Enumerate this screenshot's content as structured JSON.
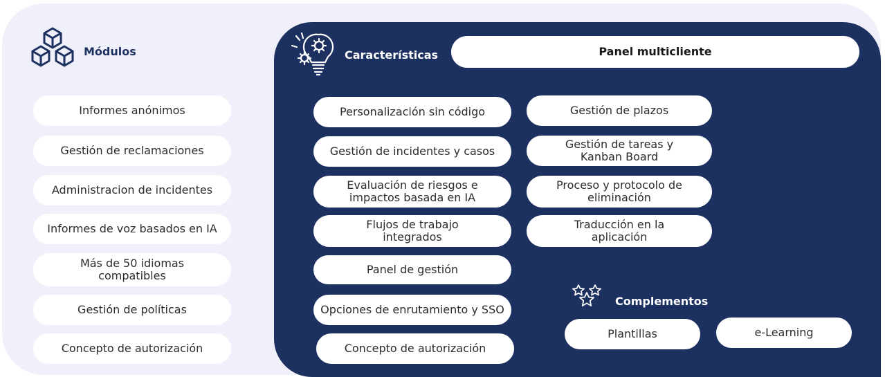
{
  "modulos": {
    "title": "Módulos",
    "icon": "cubes-icon",
    "items": [
      "Informes anónimos",
      "Gestión de reclamaciones",
      "Administracion de incidentes",
      "Informes de voz basados en IA",
      "Más de 50 idiomas compatibles",
      "Gestión de políticas",
      "Concepto de autorización"
    ]
  },
  "caracteristicas": {
    "title": "Características",
    "icon": "lightbulb-gears-icon",
    "panel_label": "Panel multicliente",
    "col1": [
      "Personalización sin código",
      "Gestión de incidentes y casos",
      "Evaluación de riesgos e impactos basada en IA",
      "Flujos de trabajo integrados",
      "Panel de gestión",
      "Opciones de enrutamiento y SSO",
      "Concepto de autorización"
    ],
    "col2": [
      "Gestión de plazos",
      "Gestión de tareas y Kanban Board",
      "Proceso y protocolo de eliminación",
      "Traducción en la aplicación"
    ]
  },
  "complementos": {
    "title": "Complementos",
    "icon": "stars-icon",
    "items": [
      "Plantillas",
      "e-Learning"
    ]
  },
  "colors": {
    "navy": "#1d3160",
    "light_bg": "#f0f0fa",
    "pill": "#ffffff"
  }
}
